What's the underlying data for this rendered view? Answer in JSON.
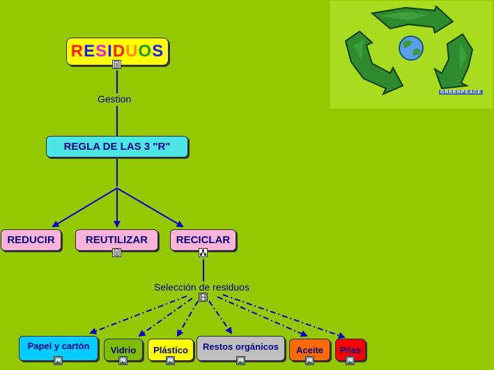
{
  "root": {
    "letters": [
      {
        "ch": "R",
        "color": "#ff1a1a"
      },
      {
        "ch": "E",
        "color": "#1a1aff"
      },
      {
        "ch": "S",
        "color": "#e61ae6"
      },
      {
        "ch": "I",
        "color": "#1a1aff"
      },
      {
        "ch": "D",
        "color": "#ff1a1a"
      },
      {
        "ch": "U",
        "color": "#ff8c00"
      },
      {
        "ch": "O",
        "color": "#16a016"
      },
      {
        "ch": "S",
        "color": "#1a1aff"
      }
    ],
    "bg": "#ffff00"
  },
  "labels": {
    "gestion": "Gestion",
    "seleccion": "Selección de residuos"
  },
  "regla": {
    "label": "REGLA DE LAS 3 \"R\"",
    "bg": "#4de6e6"
  },
  "rs": [
    {
      "label": "REDUCIR",
      "bg": "#ffb3d9"
    },
    {
      "label": "REUTILIZAR",
      "bg": "#ffb3d9"
    },
    {
      "label": "RECICLAR",
      "bg": "#ffb3d9"
    }
  ],
  "categories": [
    {
      "label": "Papel y cartón",
      "bg": "#00ccff"
    },
    {
      "label": "Vidrio",
      "bg": "#7ebd00"
    },
    {
      "label": "Plástico",
      "bg": "#ffff00"
    },
    {
      "label": "Restos orgánicos",
      "bg": "#bfbfbf"
    },
    {
      "label": "Aceite",
      "bg": "#ff6a00"
    },
    {
      "label": "Pilas",
      "bg": "#ff0000"
    }
  ],
  "logo": {
    "text": "GREENPEACE",
    "icon": "recycle-globe-icon",
    "bg": "#a8dc1e"
  },
  "colors": {
    "line": "#0000cc",
    "text": "#000080"
  }
}
